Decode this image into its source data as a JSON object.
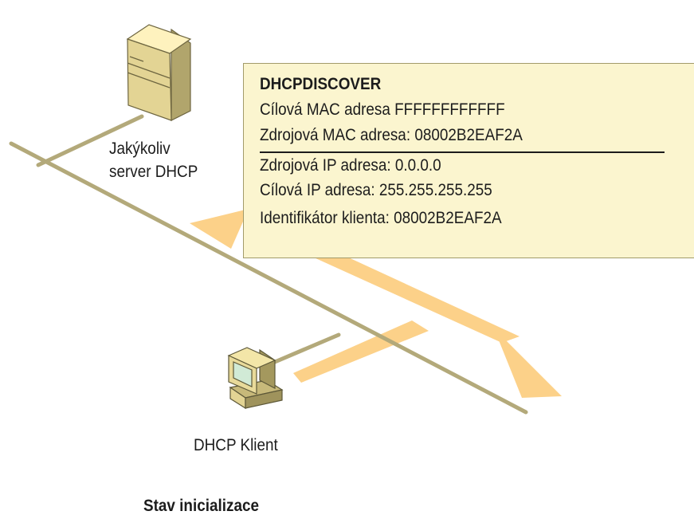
{
  "server": {
    "label_line1": "Jakýkoliv",
    "label_line2": "server DHCP"
  },
  "client": {
    "label": "DHCP Klient"
  },
  "packet": {
    "title": "DHCPDISCOVER",
    "lines": [
      "Cílová MAC adresa FFFFFFFFFFFF",
      "Zdrojová MAC adresa: 08002B2EAF2A",
      "Zdrojová IP adresa: 0.0.0.0",
      "Cílová IP adresa: 255.255.255.255",
      "Identifikátor klienta: 08002B2EAF2A"
    ]
  },
  "caption": "Stav inicializace",
  "colors": {
    "wire": "#b3a97a",
    "arrow": "#fcd189",
    "box_fill": "#fbf5cf"
  },
  "icons": {
    "server": "server-tower-icon",
    "client": "computer-icon"
  }
}
